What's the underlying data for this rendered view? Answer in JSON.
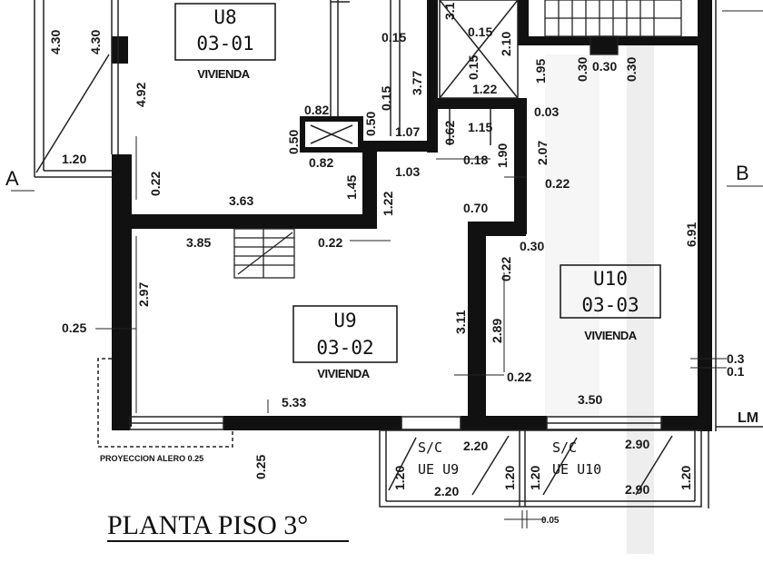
{
  "title": "PLANTA PISO 3°",
  "units": {
    "u8": {
      "code": "U8",
      "number": "03-01",
      "type": "VIVIENDA"
    },
    "u9": {
      "code": "U9",
      "number": "03-02",
      "type": "VIVIENDA"
    },
    "u10": {
      "code": "U10",
      "number": "03-03",
      "type": "VIVIENDA"
    }
  },
  "axes": {
    "left": "A",
    "right": "B",
    "right_bottom": "LM"
  },
  "balconies": {
    "u9": {
      "line1": "S/C",
      "line2": "UE U9",
      "width_top": "2.20",
      "width_bottom": "2.20",
      "depth_left": "1.20",
      "depth_right": "1.20"
    },
    "u10": {
      "line1": "S/C",
      "line2": "UE U10",
      "width_top": "2.90",
      "width_bottom": "2.90",
      "depth_left": "1.20",
      "depth_right": "1.20"
    }
  },
  "eave_note": "PROYECCION ALERO 0.25",
  "dimensions": {
    "d430a": "4.30",
    "d430b": "4.30",
    "d120": "1.20",
    "d492": "4.92",
    "d022a": "0.22",
    "d363": "3.63",
    "d385": "3.85",
    "d022b": "0.22",
    "d297": "2.97",
    "d025a": "0.25",
    "d533": "5.33",
    "d025b": "0.25",
    "d082a": "0.82",
    "d050a": "0.50",
    "d050b": "0.50",
    "d082b": "0.82",
    "d015a": "0.15",
    "d015b": "0.15",
    "d107": "1.07",
    "d377": "3.77",
    "d015c": "0.15",
    "d015d": "0.15",
    "d210": "2.10",
    "d122a": "1.22",
    "d062": "0.62",
    "d115": "1.15",
    "d103": "1.03",
    "d018": "0.18",
    "d190": "1.90",
    "d145": "1.45",
    "d122b": "1.22",
    "d070": "0.70",
    "d003": "0.03",
    "d207": "2.07",
    "d022c": "0.22",
    "d195": "1.95",
    "d030a": "0.30",
    "d030b": "0.30",
    "d030c": "0.30",
    "d030d": "0.30",
    "d022d": "0.22",
    "d691": "6.91",
    "d311": "3.11",
    "d289": "2.89",
    "d022e": "0.22",
    "d350": "3.50",
    "d005": "0.05",
    "d03r": "0.3",
    "d01r": "0.1",
    "d3top": "3.1"
  }
}
